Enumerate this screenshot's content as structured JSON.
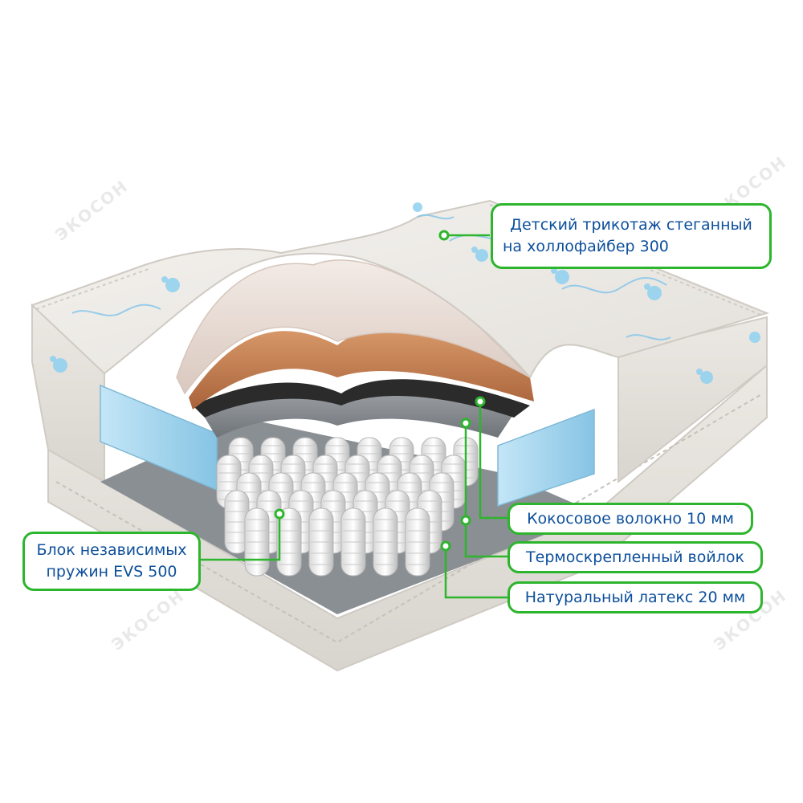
{
  "brand": {
    "watermark_text": "ЭКОСОН"
  },
  "labels": {
    "cover_line1": "Детский трикотаж стеганный",
    "cover_line2": "на холлофайбер 300",
    "coconut": "Кокосовое волокно 10 мм",
    "felt": "Термоскрепленный войлок",
    "latex": "Натуральный латекс 20 мм",
    "springs_line1": "Блок независимых",
    "springs_line2": "пружин EVS 500"
  },
  "colors": {
    "callout_border": "#2db52d",
    "callout_text": "#0d4f9c",
    "coconut": "#c8804f",
    "felt": "#8b8f94",
    "foam": "#9fd3ee",
    "cover": "#efede8"
  }
}
